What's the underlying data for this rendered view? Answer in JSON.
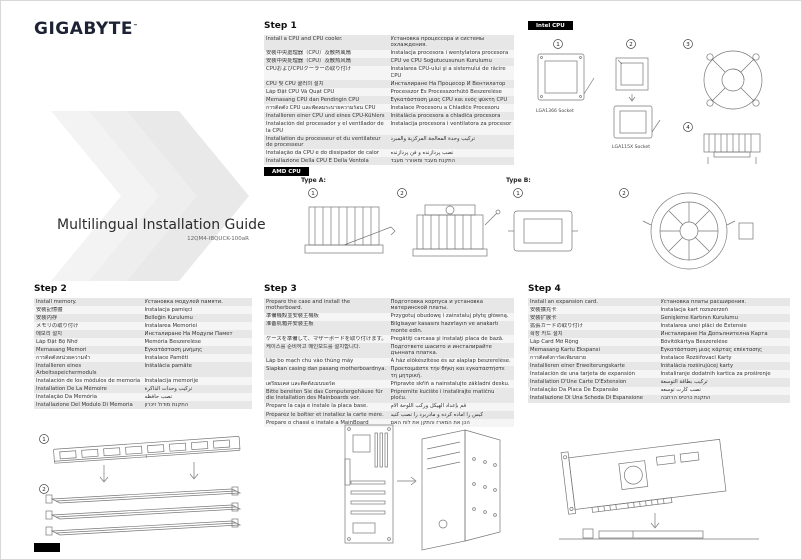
{
  "page": {
    "logo": "GIGABYTE",
    "logo_tm": "™",
    "title": "Multilingual Installation Guide",
    "part_number": "12QM4-IBQUCK-100aR"
  },
  "step1": {
    "label": "Step 1",
    "rows": [
      {
        "l": "Install a CPU and CPU cooler.",
        "r": "Установка процессора и системы охлаждения."
      },
      {
        "l": "安裝中央處理器（CPU）及散熱風扇",
        "r": "Instalacja procesora i wentylatora procesora"
      },
      {
        "l": "安装中央处理器（CPU）及散热风扇",
        "r": "CPU ve CPU Soğutucusunun Kurulumu"
      },
      {
        "l": "CPUおよびCPUクーラーの取り付け",
        "r": "Instalarea CPU-ului şi a sistemului de răcire CPU"
      },
      {
        "l": "CPU 및 CPU 쿨러의 설치",
        "r": "Инсталиране На Процесор И Вентилатор"
      },
      {
        "l": "Lắp Đặt CPU Và Quạt CPU",
        "r": "Processzor És Processzorhűtő Beszerelése"
      },
      {
        "l": "Memasang CPU dan Pendingin CPU",
        "r": "Εγκατάσταση μιας CPU και ενός ψύκτη CPU"
      },
      {
        "l": "การติดตั้ง CPU และพัดลมระบายความร้อน CPU",
        "r": "Instalace Procesoru a Chladiče Procesoru"
      },
      {
        "l": "Installieren einer CPU und eines CPU-Kühlers",
        "r": "Inštalácia procesora a chladiča procesora"
      },
      {
        "l": "Instalación del procesador y el ventilador de la CPU",
        "r": "Instalacija procesora i ventilatora za procesor"
      },
      {
        "l": "Installation du processeur et du ventilateur de processeur",
        "r": "تركيب وحدة المعالجة المركزية والمبرد"
      },
      {
        "l": "Instalação da CPU e do dissipador de calor",
        "r": "نصب پردازنده و فن پردازنده"
      },
      {
        "l": "Installazione Della CPU E Della Ventola",
        "r": "התקנת מעבד ומאוורר מעבד"
      }
    ]
  },
  "step2": {
    "label": "Step 2",
    "rows": [
      {
        "l": "Install memory.",
        "r": "Установка модулей памяти."
      },
      {
        "l": "安裝記憶體",
        "r": "Instalacja pamięci"
      },
      {
        "l": "安装内存",
        "r": "Belleğin Kurulumu"
      },
      {
        "l": "メモリの取り付け",
        "r": "Instalarea Memoriei"
      },
      {
        "l": "메모리 설치",
        "r": "Инсталиране На Модули Памет"
      },
      {
        "l": "Lắp Đặt Bộ Nhớ",
        "r": "Memória Beszerelése"
      },
      {
        "l": "Memasang Memori",
        "r": "Εγκατάσταση μνήμης"
      },
      {
        "l": "การติดตั้งหน่วยความจำ",
        "r": "Instalace Paměti"
      },
      {
        "l": "Installieren eines Arbeitsspeichermoduls",
        "r": "Inštalácia pamäte"
      },
      {
        "l": "Instalación de los módulos de memoria",
        "r": "Instalacija memorije"
      },
      {
        "l": "Installation De La Mémoire",
        "r": "تركيب وحدات الذاكرة"
      },
      {
        "l": "Instalação Da Memória",
        "r": "نصب حافظه"
      },
      {
        "l": "Installazione Del Modulo Di Memoria",
        "r": "התקנת מודול זיכרון"
      }
    ]
  },
  "step3": {
    "label": "Step 3",
    "rows": [
      {
        "l": "Prepare the case and install the motherboard.",
        "r": "Подготовка корпуса и установка материнской платы."
      },
      {
        "l": "準備機殼並安裝主機板",
        "r": "Przygotuj obudowę i zainstaluj płytę główną."
      },
      {
        "l": "准备机箱并安装主板",
        "r": "Bilgisayar kasasını hazırlayın ve anakartı monte edin."
      },
      {
        "l": "ケースを準備して、マザーボードを取り付けます。",
        "r": "Pregătiţi carcasa şi instalaţi placa de bază."
      },
      {
        "l": "케이스를 준비하고 메인보드를 설치합니다.",
        "r": "Подгответе шасито и инсталирайте дънната платка."
      },
      {
        "l": "Lắp bo mạch chủ vào thùng máy",
        "r": "A ház előkészítése és az alaplap beszerelése."
      },
      {
        "l": "Siapkan casing dan pasang motherboardnya.",
        "r": "Προετοιμάστε την θήκη και εγκαταστήστε τη μητρική."
      },
      {
        "l": "เตรียมเคส และติดตั้งเมนบอร์ด",
        "r": "Připravte skříň a nainstalujte základní desku."
      },
      {
        "l": "Bitte bereiten Sie das Computergehäuse für die Installation des Mainboards vor.",
        "r": "Pripremite kućište i instalirajte matičnu ploču."
      },
      {
        "l": "Prepare la caja e instale la placa base.",
        "r": "قم بإعداد الهيكل وركب اللوحة الأم"
      },
      {
        "l": "Préparez le boîtier et installez la carte mère.",
        "r": "کیس را آماده کرده و مادربرد را نصب کنید"
      },
      {
        "l": "Prepare o chassi e instale a MainBoard",
        "r": "הכן את המארז והתקן את לוח האם"
      }
    ]
  },
  "step4": {
    "label": "Step 4",
    "rows": [
      {
        "l": "Install an expansion card.",
        "r": "Установка платы расширения."
      },
      {
        "l": "安裝擴充卡",
        "r": "Instalacja kart rozszerzeń"
      },
      {
        "l": "安装扩展卡",
        "r": "Genişleme Kartının Kurulumu"
      },
      {
        "l": "拡張カードの取り付け",
        "r": "Instalarea unei plăci de Extensie"
      },
      {
        "l": "확장 카드 설치",
        "r": "Инсталиране На Допълнителна Карта"
      },
      {
        "l": "Lắp Card Mở Rộng",
        "r": "Bővítőkártya Beszerelése"
      },
      {
        "l": "Memasang Kartu Ekspansi",
        "r": "Εγκατάσταση μιας κάρτας επέκτασης"
      },
      {
        "l": "การติดตั้งการ์ดเพิ่มขยาย",
        "r": "Instalace Rozšiřovací Karty"
      },
      {
        "l": "Installieren einer Erweiterungskarte",
        "r": "Inštalácia rozširujúcej karty"
      },
      {
        "l": "Instalación de una tarjeta de expansión",
        "r": "Instaliranje dodatnih kartica za proširenje"
      },
      {
        "l": "Installation D'Une Carte D'Extension",
        "r": "تركيب بطاقة التوسعة"
      },
      {
        "l": "Instalação Da Placa De Expansão",
        "r": "نصب کارت توسعه"
      },
      {
        "l": "Installazione Di Una Scheda Di Espansione",
        "r": "התקנת כרטיס הרחבה"
      }
    ]
  },
  "intel": {
    "label": "Intel CPU",
    "socket_a": "LGA1366 Socket",
    "socket_b": "LGA115X Socket",
    "callouts": [
      "1",
      "2",
      "3",
      "4"
    ]
  },
  "amd": {
    "label": "AMD CPU",
    "type_a": "Type A:",
    "type_b": "Type B:",
    "callouts_a": [
      "1",
      "2"
    ],
    "callouts_b": [
      "1",
      "2"
    ]
  },
  "memory": {
    "callouts": [
      "1",
      "2"
    ]
  }
}
